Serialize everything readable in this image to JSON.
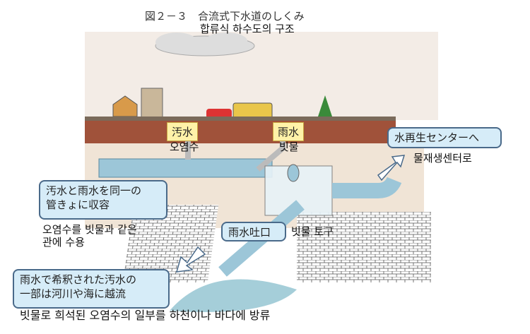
{
  "title": "図２－３　合流式下水道のしくみ",
  "subtitle": "합류식 하수도의 구조",
  "labels": {
    "sewage": {
      "jp": "汚水",
      "ko": "오염수"
    },
    "rainwater": {
      "jp": "雨水",
      "ko": "빗물"
    },
    "reclamation": {
      "jp": "水再生センターへ",
      "ko": "물재생센터로"
    },
    "combined": {
      "jp_line1": "汚水と雨水を同一の",
      "jp_line2": "管きょに収容",
      "ko_line1": "오염수를 빗물과 같은",
      "ko_line2": "관에 수용"
    },
    "outfall": {
      "jp": "雨水吐口",
      "ko": "빗물 토구"
    },
    "overflow": {
      "jp_line1": "雨水で希釈された汚水の",
      "jp_line2": "一部は河川や海に越流",
      "ko": "빗물로 희석된 오염수의 일부를 하천이나 바다에 방류"
    }
  },
  "colors": {
    "soil": "#a0523a",
    "pipe": "#9cc6d8",
    "box_fill": "#d6ecf8",
    "label_yellow": "#fff2a8"
  }
}
